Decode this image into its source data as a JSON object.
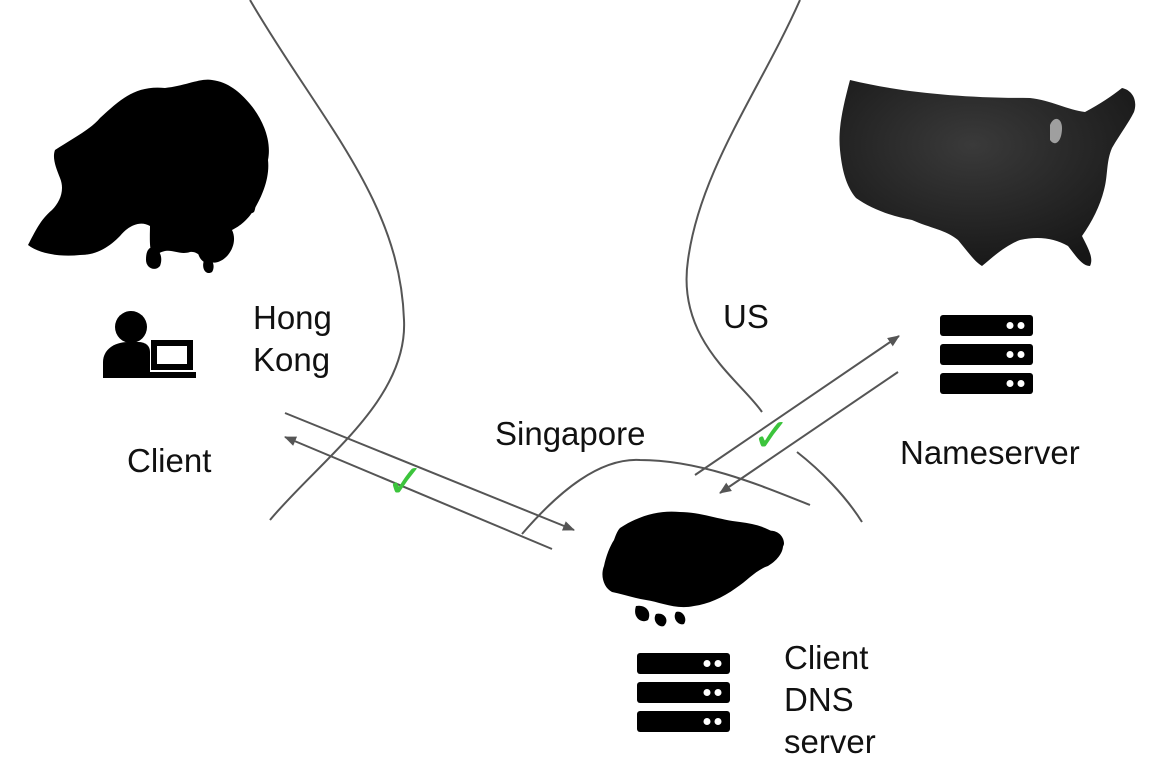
{
  "labels": {
    "hong_kong": [
      "Hong",
      "Kong"
    ],
    "client": "Client",
    "us": "US",
    "singapore": "Singapore",
    "nameserver": "Nameserver",
    "client_dns_server": [
      "Client",
      "DNS",
      "server"
    ]
  },
  "checkmark": "✓",
  "colors": {
    "accent_check": "#3cc43c",
    "lines": "#555555",
    "silhouette": "#000000",
    "us_map": "#2b2b2b"
  },
  "icons": [
    "hong-kong-map",
    "singapore-map",
    "us-map",
    "client-computer-icon",
    "server-icon"
  ]
}
